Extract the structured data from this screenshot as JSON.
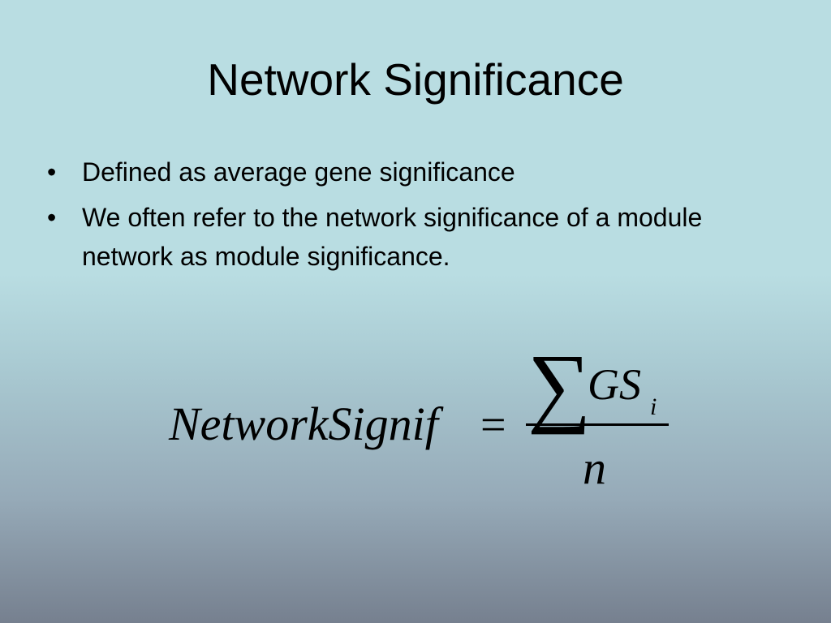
{
  "slide": {
    "title": "Network Significance",
    "bullets": [
      {
        "marker": "•",
        "text": "Defined as average gene significance"
      },
      {
        "marker": "•",
        "text": "We often refer to the network significance of a module network as module significance."
      }
    ],
    "formula": {
      "lhs": "NetworkSignif",
      "equals": "=",
      "sum_symbol": "∑",
      "numerator": "GS",
      "subscript": "i",
      "denominator": "n"
    }
  }
}
